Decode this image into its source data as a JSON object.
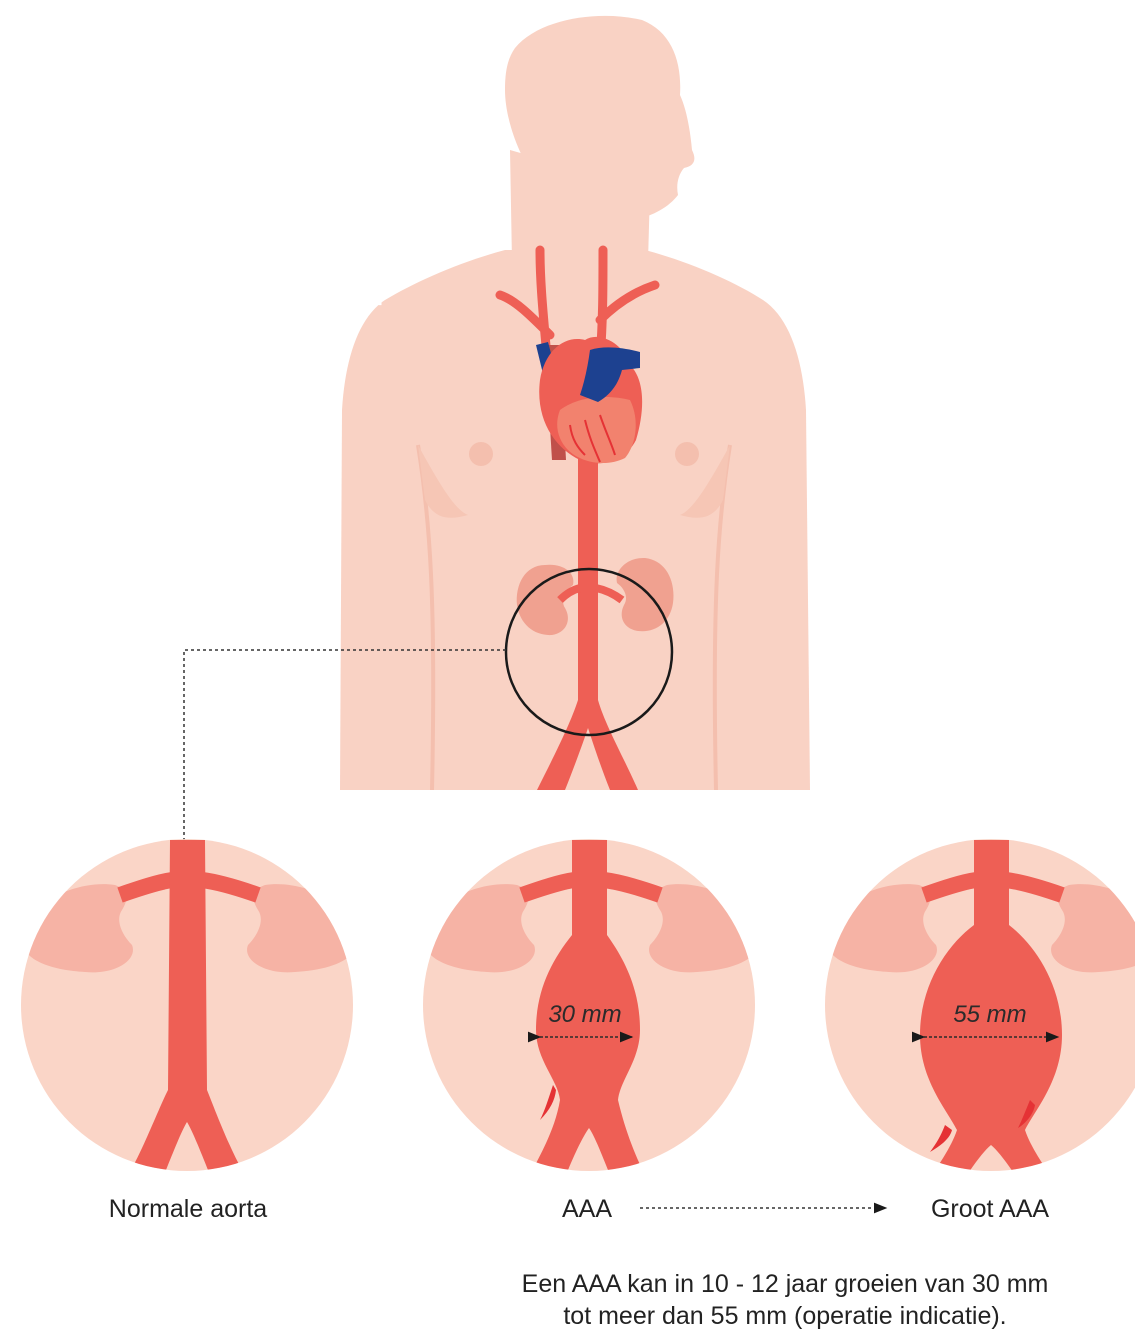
{
  "colors": {
    "skin": "#f9d2c4",
    "skin_dark": "#f4b4a3",
    "kidney": "#f0a190",
    "kidney_light": "#f6b3a5",
    "artery": "#ee5f55",
    "artery_dark": "#e53235",
    "vein": "#1d4190",
    "heart": "#f2826e",
    "line": "#1a1a1a"
  },
  "icons": [
    "human-body-icon",
    "heart-icon",
    "aorta-icon",
    "kidney-icon",
    "magnifier-circle-icon",
    "arrow-right-icon"
  ],
  "panels": [
    {
      "caption": "Normale aorta",
      "measure": ""
    },
    {
      "caption": "AAA",
      "measure": "30 mm"
    },
    {
      "caption": "Groot AAA",
      "measure": "55 mm"
    }
  ],
  "note": {
    "line1": "Een AAA kan in 10 - 12 jaar groeien van 30 mm",
    "line2": "tot meer dan 55 mm (operatie indicatie)."
  }
}
